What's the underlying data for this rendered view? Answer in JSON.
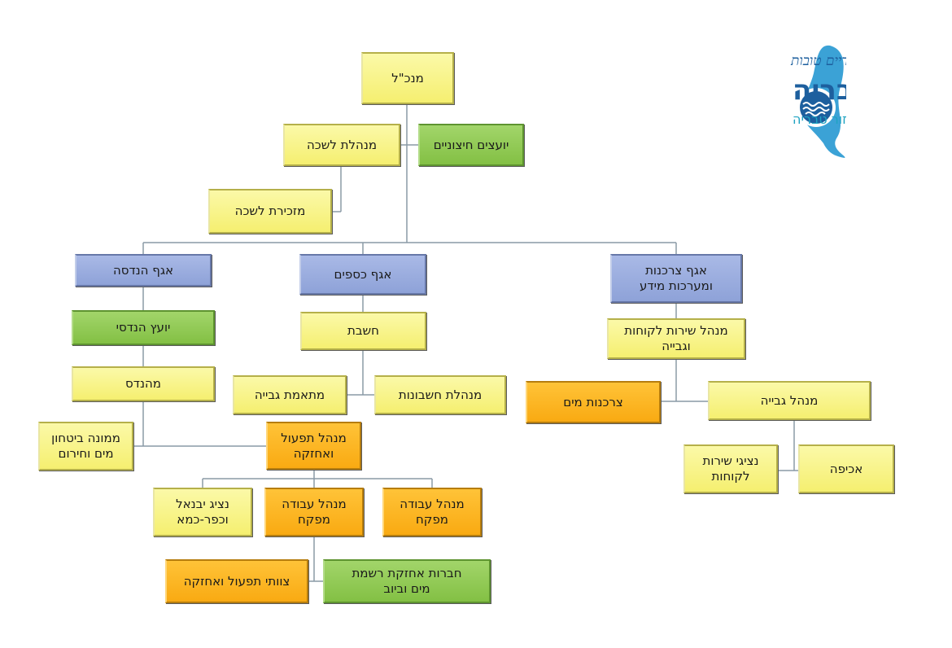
{
  "logo": {
    "slogan": "המים שלך בידיים טובות",
    "name": "מֵי רַקַּת טבריה",
    "subtitle": "תאגיד המים והביוב אזור טבריה",
    "colors": {
      "blue": "#1d5f9e",
      "teal": "#1fa3c2",
      "lake": "#3ba2d6"
    }
  },
  "chart": {
    "nodes": {
      "ceo": "מנכ\"ל",
      "office_manager": "מנהלת לשכה",
      "external_advisors": "יועצים חיצוניים",
      "office_secretary": "מזכירת לשכה",
      "engineering_dept": "אגף הנדסה",
      "finance_dept": "אגף כספים",
      "consumption_dept": "אגף צרכנות\nומערכות מידע",
      "engineering_advisor": "יועץ הנדסי",
      "accounting": "חשבת",
      "customer_service_manager": "מנהל שירות לקוחות\nוגבייה",
      "engineer": "מהנדס",
      "collection_coordinator": "מתאמת גבייה",
      "bookkeeping_manager": "מנהלת חשבונות",
      "water_consumption": "צרכנות מים",
      "collection_manager": "מנהל גבייה",
      "water_safety_officer": "ממונה ביטחון\nמים וחירום",
      "operations_manager": "מנהל תפעול\nואחזקה",
      "service_reps": "נציגי שירות\nלקוחות",
      "enforcement": "אכיפה",
      "yavneel_rep": "נציג יבנאל\nוכפר-כמא",
      "work_supervisor_1": "מנהל עבודה\nמפקח",
      "work_supervisor_2": "מנהל עבודה\nמפקח",
      "operations_teams": "צוותי תפעול ואחזקה",
      "maintenance_companies": "חברות אחזקת רשמת\nמים וביוב"
    },
    "colors": {
      "yellow": "#f7f27c",
      "green": "#8bc34a",
      "blue": "#97a9dd",
      "orange": "#fbb320",
      "line": "#8a9aa6"
    }
  }
}
